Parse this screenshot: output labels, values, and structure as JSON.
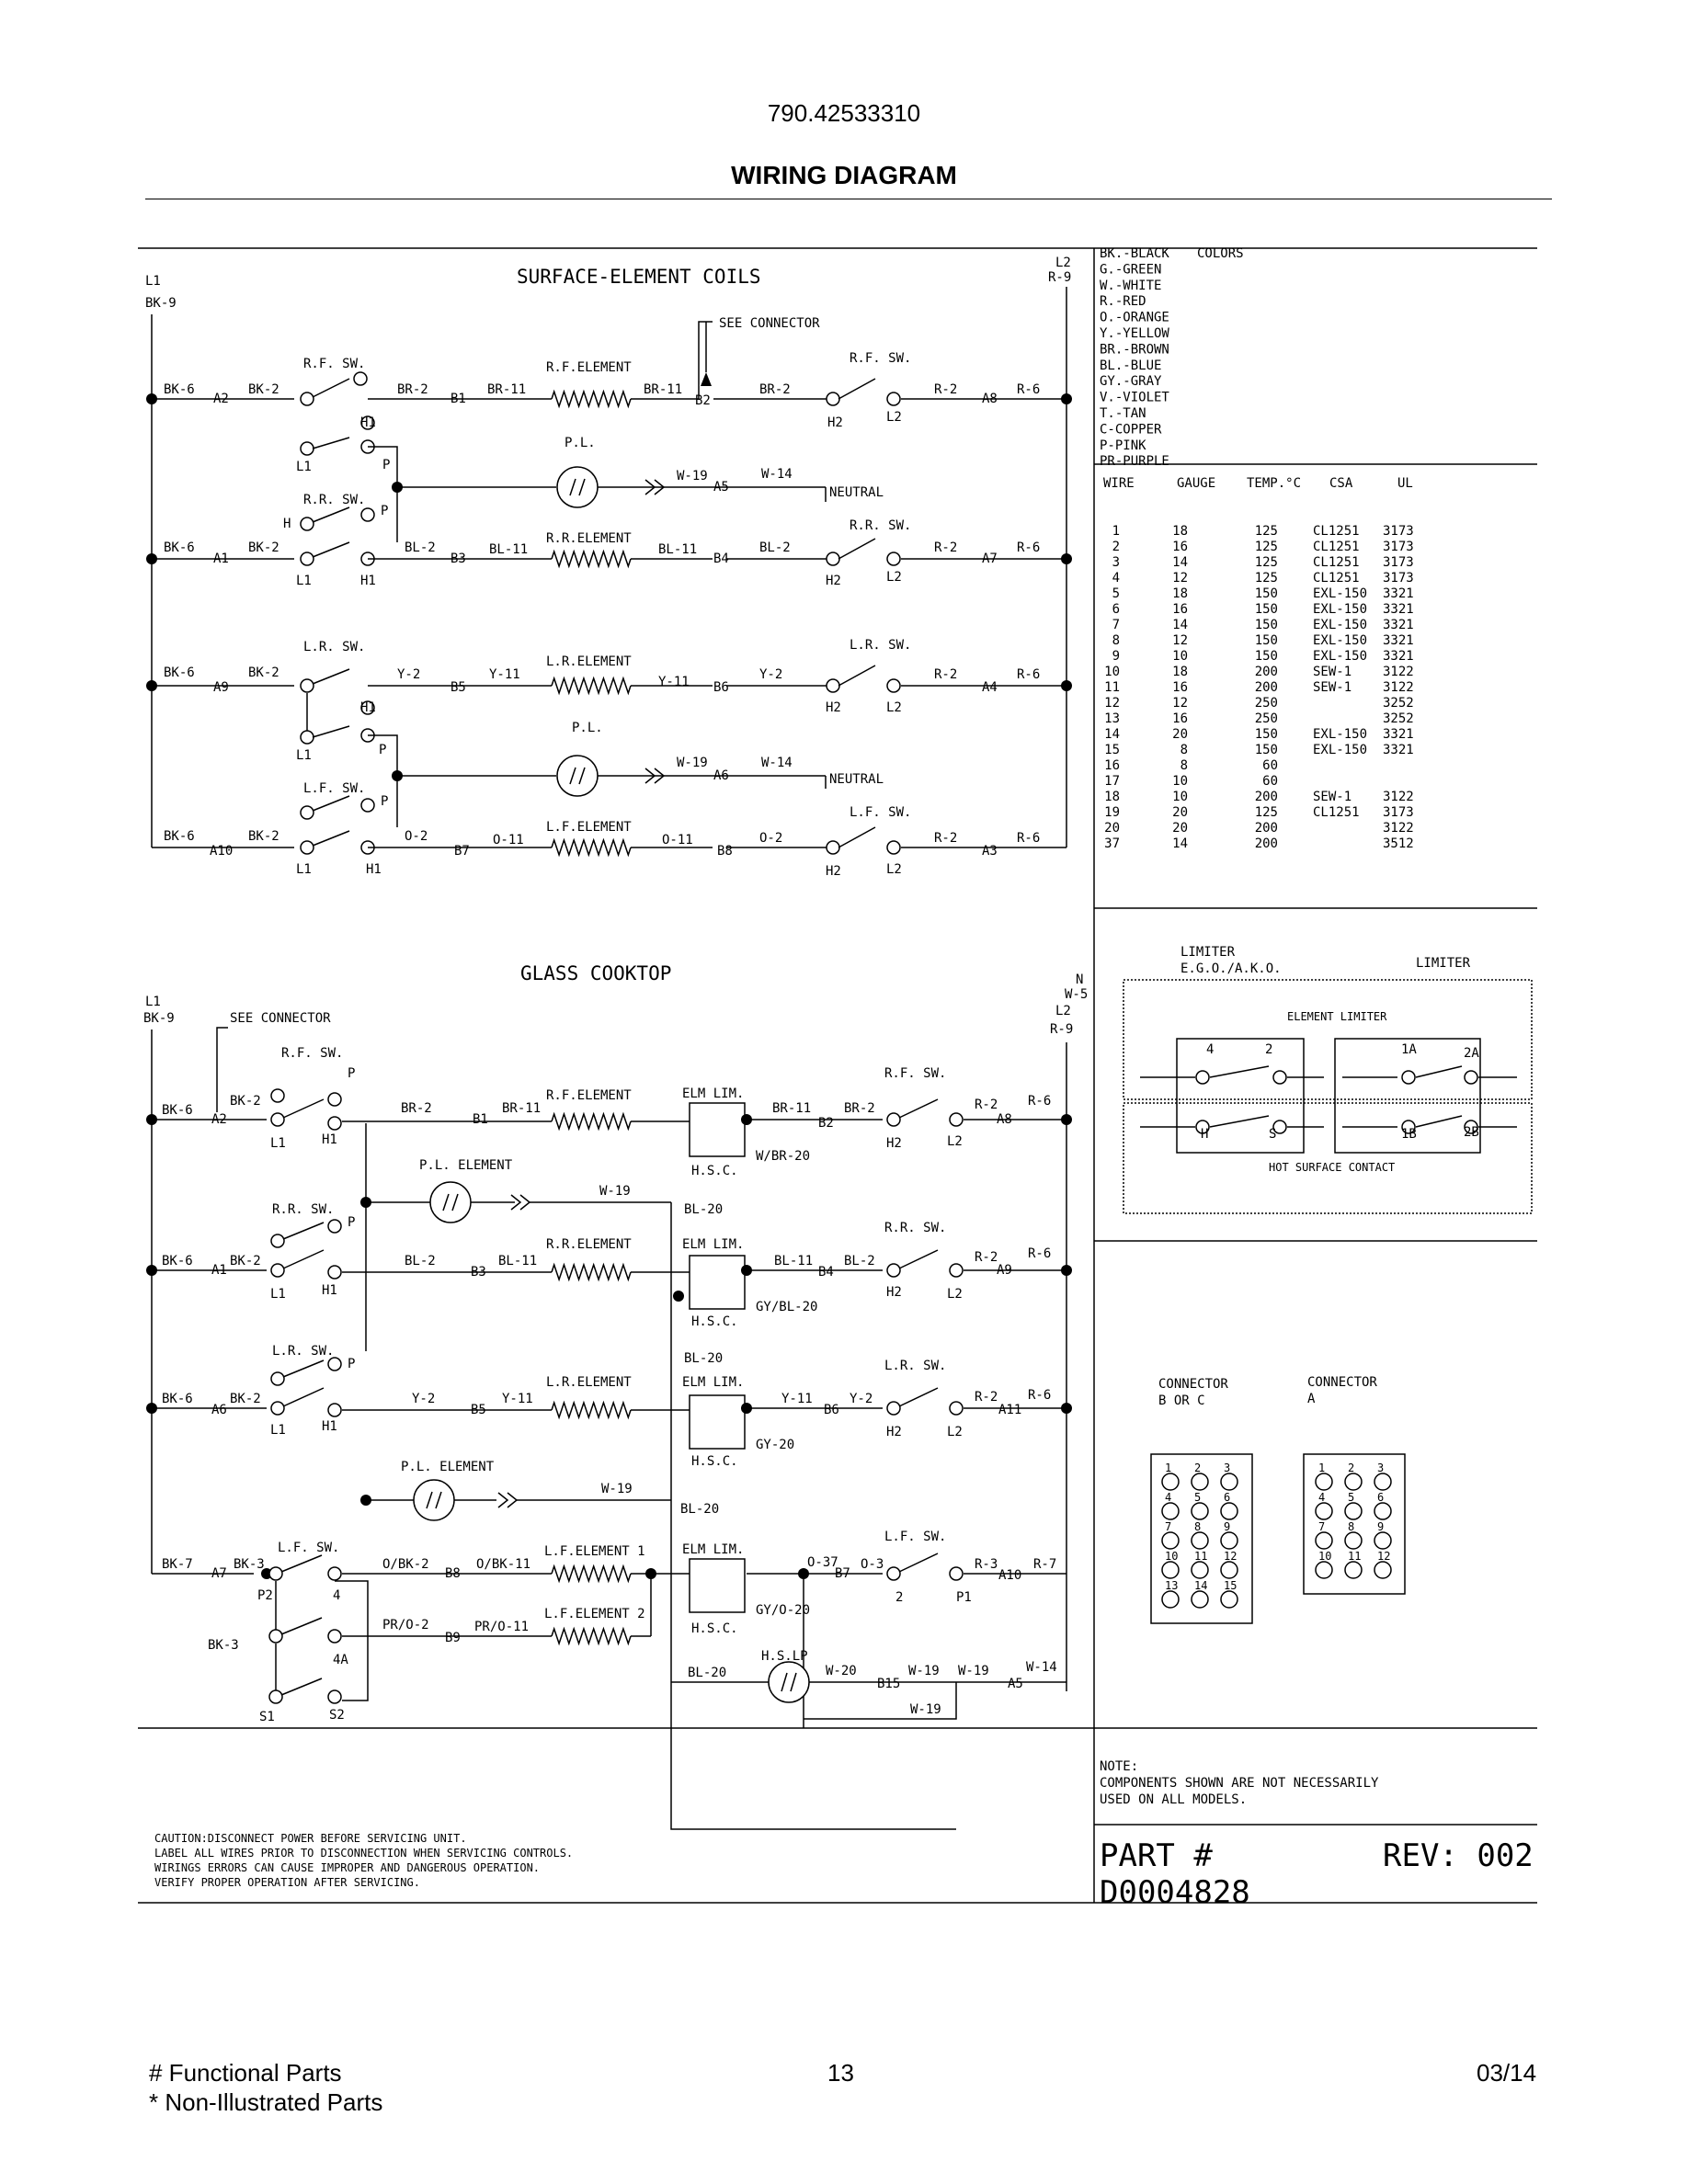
{
  "header": {
    "model": "790.42533310",
    "title": "WIRING DIAGRAM"
  },
  "surface": {
    "title": "SURFACE-ELEMENT  COILS",
    "l1": "L1",
    "bk9": "BK-9",
    "l2": "L2",
    "r9": "R-9",
    "see_connector": "SEE CONNECTOR",
    "row1": {
      "sw_left": "R.F. SW.",
      "bk6": "BK-6",
      "bk2": "BK-2",
      "a": "A2",
      "br2a": "BR-2",
      "h1": "H1",
      "b1": "B1",
      "br11a": "BR-11",
      "elem": "R.F.ELEMENT",
      "br11b": "BR-11",
      "b2": "B2",
      "br2b": "BR-2",
      "sw_right": "R.F. SW.",
      "h2": "H2",
      "l2c": "L2",
      "r2": "R-2",
      "a8": "A8",
      "r6": "R-6"
    },
    "pl1": {
      "l1": "L1",
      "p": "P",
      "pl": "P.L.",
      "w19": "W-19",
      "a5": "A5",
      "w14": "W-14",
      "neutral": "NEUTRAL"
    },
    "row2": {
      "sw_left": "R.R. SW.",
      "h": "H",
      "p": "P",
      "bk6": "BK-6",
      "a": "A1",
      "bk2": "BK-2",
      "bl2a": "BL-2",
      "b3": "B3",
      "bl11a": "BL-11",
      "elem": "R.R.ELEMENT",
      "bl11b": "BL-11",
      "b4": "B4",
      "bl2b": "BL-2",
      "sw_right": "R.R. SW.",
      "l1": "L1",
      "h1": "H1",
      "h2": "H2",
      "l2c": "L2",
      "r2": "R-2",
      "a7": "A7",
      "r6": "R-6"
    },
    "row3": {
      "sw_left": "L.R. SW.",
      "bk6": "BK-6",
      "a": "A9",
      "bk2": "BK-2",
      "y2a": "Y-2",
      "h1": "H1",
      "b5": "B5",
      "y11a": "Y-11",
      "elem": "L.R.ELEMENT",
      "y11b": "Y-11",
      "b6": "B6",
      "y2b": "Y-2",
      "sw_right": "L.R. SW.",
      "h2": "H2",
      "l2c": "L2",
      "r2": "R-2",
      "a4": "A4",
      "r6": "R-6"
    },
    "pl2": {
      "l1": "L1",
      "p": "P",
      "pl": "P.L.",
      "w19": "W-19",
      "a6": "A6",
      "w14": "W-14",
      "neutral": "NEUTRAL"
    },
    "row4": {
      "sw_left": "L.F. SW.",
      "p": "P",
      "bk6": "BK-6",
      "a": "A10",
      "bk2": "BK-2",
      "o2a": "O-2",
      "b7": "B7",
      "o11a": "O-11",
      "elem": "L.F.ELEMENT",
      "o11b": "O-11",
      "b8": "B8",
      "o2b": "O-2",
      "sw_right": "L.F. SW.",
      "l1": "L1",
      "h1": "H1",
      "h2": "H2",
      "l2c": "L2",
      "r2": "R-2",
      "a3": "A3",
      "r6": "R-6"
    }
  },
  "colors_legend": {
    "title": "COLORS",
    "items": [
      "BK.-BLACK",
      "G.-GREEN",
      "W.-WHITE",
      "R.-RED",
      "O.-ORANGE",
      "Y.-YELLOW",
      "BR.-BROWN",
      "BL.-BLUE",
      "GY.-GRAY",
      "V.-VIOLET",
      "T.-TAN",
      "C-COPPER",
      "P-PINK",
      "PR-PURPLE"
    ]
  },
  "wire_table": {
    "headers": [
      "WIRE",
      "GAUGE",
      "TEMP.°C",
      "CSA",
      "UL"
    ],
    "rows": [
      [
        "1",
        "18",
        "125",
        "CL1251",
        "3173"
      ],
      [
        "2",
        "16",
        "125",
        "CL1251",
        "3173"
      ],
      [
        "3",
        "14",
        "125",
        "CL1251",
        "3173"
      ],
      [
        "4",
        "12",
        "125",
        "CL1251",
        "3173"
      ],
      [
        "5",
        "18",
        "150",
        "EXL-150",
        "3321"
      ],
      [
        "6",
        "16",
        "150",
        "EXL-150",
        "3321"
      ],
      [
        "7",
        "14",
        "150",
        "EXL-150",
        "3321"
      ],
      [
        "8",
        "12",
        "150",
        "EXL-150",
        "3321"
      ],
      [
        "9",
        "10",
        "150",
        "EXL-150",
        "3321"
      ],
      [
        "10",
        "18",
        "200",
        "SEW-1",
        "3122"
      ],
      [
        "11",
        "16",
        "200",
        "SEW-1",
        "3122"
      ],
      [
        "12",
        "12",
        "250",
        "",
        "3252"
      ],
      [
        "13",
        "16",
        "250",
        "",
        "3252"
      ],
      [
        "14",
        "20",
        "150",
        "EXL-150",
        "3321"
      ],
      [
        "15",
        "8",
        "150",
        "EXL-150",
        "3321"
      ],
      [
        "16",
        "8",
        "60",
        "",
        ""
      ],
      [
        "17",
        "10",
        "60",
        "",
        ""
      ],
      [
        "18",
        "10",
        "200",
        "SEW-1",
        "3122"
      ],
      [
        "19",
        "20",
        "125",
        "CL1251",
        "3173"
      ],
      [
        "20",
        "20",
        "200",
        "",
        "3122"
      ],
      [
        "37",
        "14",
        "200",
        "",
        "3512"
      ]
    ]
  },
  "limiter": {
    "title_left": "LIMITER",
    "sub_left": "E.G.O./A.K.O.",
    "title_right": "LIMITER",
    "element_limiter": "ELEMENT LIMITER",
    "hot_surface": "HOT SURFACE CONTACT",
    "t4": "4",
    "t2": "2",
    "t1a": "1A",
    "t2a": "2A",
    "th": "H",
    "ts": "S",
    "t1b": "1B",
    "t2b": "2B"
  },
  "connectors": {
    "bc_title": "CONNECTOR",
    "bc_sub": "B OR C",
    "a_title": "CONNECTOR",
    "a_sub": "A",
    "bc_pins": [
      "1",
      "2",
      "3",
      "4",
      "5",
      "6",
      "7",
      "8",
      "9",
      "10",
      "11",
      "12",
      "13",
      "14",
      "15"
    ],
    "a_pins": [
      "1",
      "2",
      "3",
      "4",
      "5",
      "6",
      "7",
      "8",
      "9",
      "10",
      "11",
      "12"
    ]
  },
  "glass": {
    "title": "GLASS COOKTOP",
    "l1": "L1",
    "bk9": "BK-9",
    "n": "N",
    "w5": "W-5",
    "l2": "L2",
    "r9": "R-9",
    "see_connector": "SEE CONNECTOR",
    "g1": {
      "sw_left": "R.F. SW.",
      "p": "P",
      "bk6": "BK-6",
      "bk2": "BK-2",
      "a": "A2",
      "l1": "L1",
      "h1": "H1",
      "br2a": "BR-2",
      "b1": "B1",
      "br11": "BR-11",
      "elem": "R.F.ELEMENT",
      "elm": "ELM LIM.",
      "br11b": "BR-11",
      "b2": "B2",
      "br2b": "BR-2",
      "sw_right": "R.F. SW.",
      "h2": "H2",
      "l2c": "L2",
      "r2": "R-2",
      "a8": "A8",
      "r6": "R-6",
      "hsc": "H.S.C.",
      "wbr20": "W/BR-20"
    },
    "gpl1": {
      "pl": "P.L. ELEMENT",
      "w19": "W-19",
      "bl20": "BL-20"
    },
    "g2": {
      "sw_left": "R.R. SW.",
      "p": "P",
      "bk6": "BK-6",
      "bk2": "BK-2",
      "a": "A1",
      "l1": "L1",
      "h1": "H1",
      "bl2a": "BL-2",
      "b3": "B3",
      "bl11": "BL-11",
      "elem": "R.R.ELEMENT",
      "elm": "ELM LIM.",
      "bl11b": "BL-11",
      "b4": "B4",
      "bl2b": "BL-2",
      "sw_right": "R.R. SW.",
      "h2": "H2",
      "l2c": "L2",
      "r2": "R-2",
      "a9": "A9",
      "r6": "R-6",
      "hsc": "H.S.C.",
      "gybl20": "GY/BL-20"
    },
    "gbl20b": "BL-20",
    "g3": {
      "sw_left": "L.R. SW.",
      "p": "P",
      "bk6": "BK-6",
      "bk2": "BK-2",
      "a": "A6",
      "l1": "L1",
      "h1": "H1",
      "y2a": "Y-2",
      "b5": "B5",
      "y11": "Y-11",
      "elem": "L.R.ELEMENT",
      "elm": "ELM LIM.",
      "y11b": "Y-11",
      "b6": "B6",
      "y2b": "Y-2",
      "sw_right": "L.R. SW.",
      "h2": "H2",
      "l2c": "L2",
      "r2": "R-2",
      "a11": "A11",
      "r6": "R-6",
      "hsc": "H.S.C.",
      "gy20": "GY-20"
    },
    "gpl2": {
      "pl": "P.L. ELEMENT",
      "w19": "W-19",
      "bl20": "BL-20"
    },
    "g4": {
      "sw_left": "L.F. SW.",
      "bk7": "BK-7",
      "a7": "A7",
      "bk3": "BK-3",
      "p2": "P2",
      "t4": "4",
      "obk2": "O/BK-2",
      "b8": "B8",
      "obk11": "O/BK-11",
      "elem1": "L.F.ELEMENT 1",
      "elm": "ELM LIM.",
      "o37": "O-37",
      "b7": "B7",
      "o3": "O-3",
      "sw_right": "L.F. SW.",
      "t2": "2",
      "p1": "P1",
      "r3": "R-3",
      "a10": "A10",
      "r7": "R-7",
      "hsc": "H.S.C.",
      "gyo20": "GY/O-20",
      "bk3b": "BK-3",
      "t4a": "4A",
      "pro2": "PR/O-2",
      "b9": "B9",
      "pro11": "PR/O-11",
      "elem2": "L.F.ELEMENT 2",
      "s1": "S1",
      "s2": "S2",
      "hslp": "H.S.LP",
      "bl20": "BL-20",
      "w20": "W-20",
      "b15": "B15",
      "w19a": "W-19",
      "w19b": "W-19",
      "a5": "A5",
      "w14": "W-14",
      "w19c": "W-19"
    }
  },
  "note": {
    "l1": "NOTE:",
    "l2": "COMPONENTS SHOWN ARE NOT NECESSARILY",
    "l3": "USED ON ALL MODELS."
  },
  "caution": [
    "CAUTION:DISCONNECT POWER BEFORE SERVICING UNIT.",
    "LABEL ALL WIRES PRIOR TO DISCONNECTION WHEN SERVICING CONTROLS.",
    "WIRINGS ERRORS CAN CAUSE IMPROPER AND DANGEROUS OPERATION.",
    "VERIFY PROPER OPERATION AFTER SERVICING."
  ],
  "part": {
    "label": "PART #",
    "rev": "REV: 002",
    "number": "D0004828"
  },
  "footer": {
    "left1": "# Functional Parts",
    "left2": "* Non-Illustrated Parts",
    "page": "13",
    "date": "03/14"
  }
}
